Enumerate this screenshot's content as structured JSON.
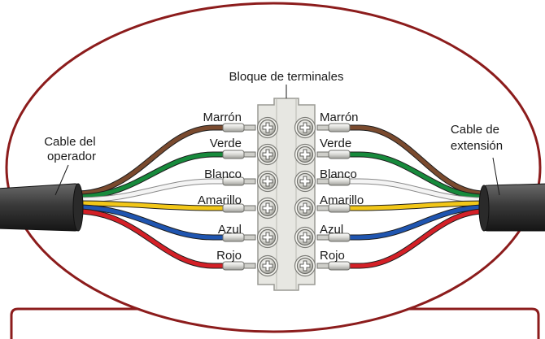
{
  "title": "Bloque de terminales",
  "left_cable_label": [
    "Cable del",
    "operador"
  ],
  "right_cable_label": [
    "Cable de",
    "extensión"
  ],
  "wires": [
    {
      "left_label": "Marrón",
      "right_label": "Marrón",
      "color": "#7a4a2e"
    },
    {
      "left_label": "Verde",
      "right_label": "Verde",
      "color": "#178a3c"
    },
    {
      "left_label": "Blanco",
      "right_label": "Blanco",
      "color": "#f4f4f4"
    },
    {
      "left_label": "Amarillo",
      "right_label": "Amarillo",
      "color": "#f2c718"
    },
    {
      "left_label": "Azul",
      "right_label": "Azul",
      "color": "#1f55b0"
    },
    {
      "left_label": "Rojo",
      "right_label": "Rojo",
      "color": "#d42027"
    }
  ],
  "colors": {
    "frame": "#8c1c1c",
    "terminal_block": "#e7e7e2",
    "cable_jacket": "#3a3a3a",
    "background": "#ffffff"
  }
}
